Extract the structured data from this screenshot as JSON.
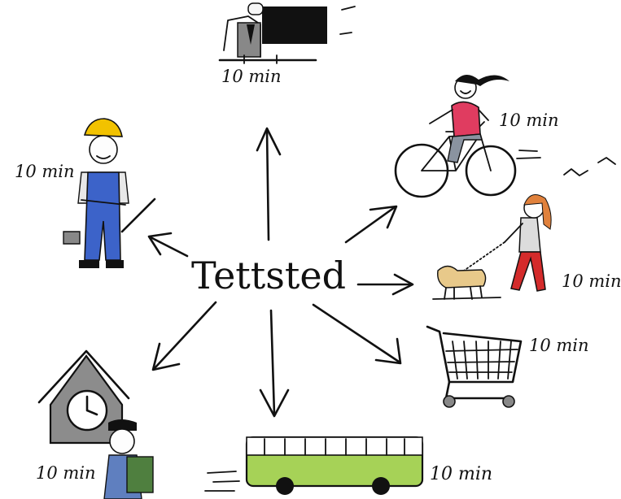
{
  "center_label": "Tettsted",
  "nodes": [
    {
      "id": "office",
      "label": "10 min",
      "icon": "office-worker-icon"
    },
    {
      "id": "bike",
      "label": "10 min",
      "icon": "cyclist-icon"
    },
    {
      "id": "dog",
      "label": "10 min",
      "icon": "dog-walker-icon"
    },
    {
      "id": "shop",
      "label": "10 min",
      "icon": "shopping-cart-icon"
    },
    {
      "id": "bus",
      "label": "10 min",
      "icon": "bus-icon"
    },
    {
      "id": "school",
      "label": "10 min",
      "icon": "school-child-icon"
    },
    {
      "id": "work",
      "label": "10 min",
      "icon": "construction-worker-icon"
    }
  ],
  "colors": {
    "ink": "#111111",
    "helmet": "#f2c200",
    "overalls": "#3c63c9",
    "shirt": "#e03c60",
    "trousers": "#d42b2b",
    "bus": "#a6d257",
    "school": "#8c8c8c"
  }
}
